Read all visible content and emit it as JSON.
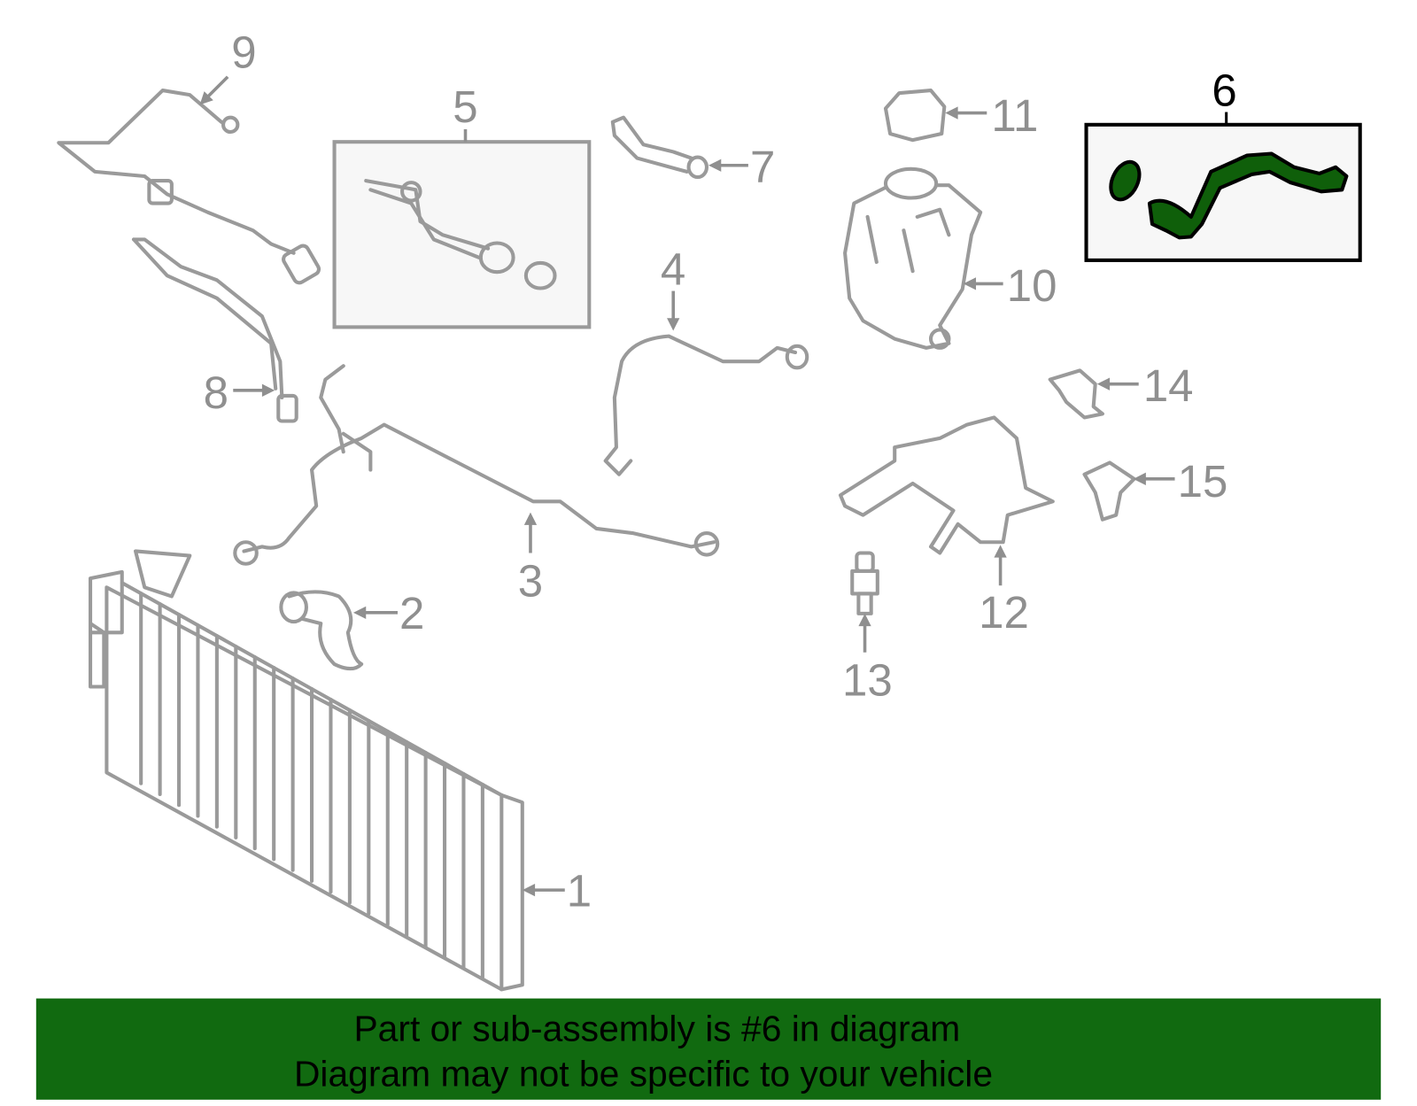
{
  "diagram": {
    "callouts": [
      "1",
      "2",
      "3",
      "4",
      "5",
      "6",
      "7",
      "8",
      "9",
      "10",
      "11",
      "12",
      "13",
      "14",
      "15"
    ],
    "highlighted_part": "6",
    "highlight_color": "#0f5f0a",
    "part_color": "#9a9a9a"
  },
  "banner": {
    "line1": "Part or sub-assembly is #6 in diagram",
    "line2": "Diagram may not be specific to your vehicle",
    "background": "#116a10"
  }
}
